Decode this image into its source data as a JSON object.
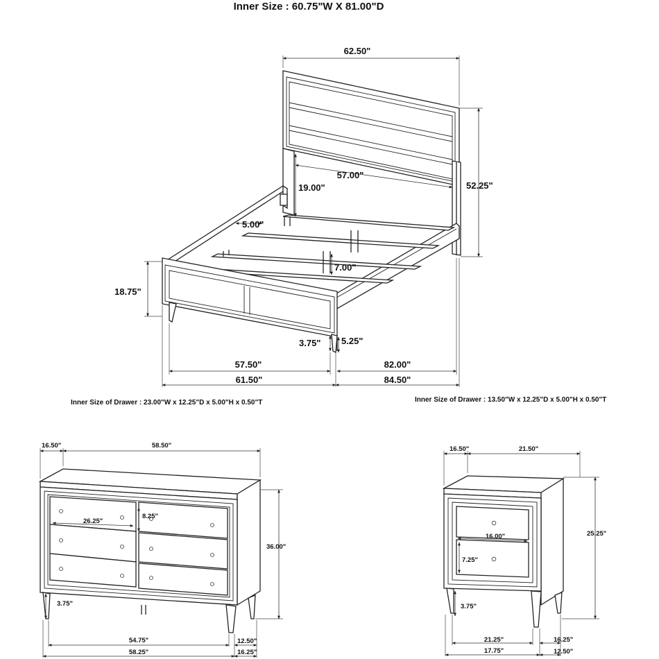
{
  "title": "Inner Size : 60.75\"W X 81.00\"D",
  "bed": {
    "width_top": "62.50\"",
    "headboard_inner": "57.00\"",
    "headboard_height": "52.25\"",
    "rail_height": "19.00\"",
    "slat_gap_5": "5.00\"",
    "slat_gap_7": "7.00\"",
    "footboard_height": "18.75\"",
    "foot_3_75": "3.75\"",
    "foot_5_25": "5.25\"",
    "foot_inner_width": "57.50\"",
    "rail_length": "82.00\"",
    "foot_outer_width": "61.50\"",
    "overall_length": "84.50\""
  },
  "dresser": {
    "drawer_note": "Inner Size of Drawer : 23.00\"W x 12.25\"D x 5.00\"H x 0.50\"T",
    "depth_top": "16.50\"",
    "width_top": "58.50\"",
    "drawer_width": "26.25\"",
    "drawer_height": "8.25\"",
    "height": "36.00\"",
    "leg": "3.75\"",
    "inner_width": "54.75\"",
    "depth_inner": "12.50\"",
    "width_bottom": "58.25\"",
    "depth_bottom": "16.25\""
  },
  "nightstand": {
    "drawer_note": "Inner Size of Drawer : 13.50\"W x 12.25\"D x 5.00\"H x 0.50\"T",
    "depth_top": "16.50\"",
    "width_top": "21.50\"",
    "height": "25.25\"",
    "drawer_width": "16.00\"",
    "drawer_height": "7.25\"",
    "leg": "3.75\"",
    "inner_width": "17.75\"",
    "depth_inner": "12.50\"",
    "width_bottom": "21.25\"",
    "depth_bottom": "16.25\""
  }
}
